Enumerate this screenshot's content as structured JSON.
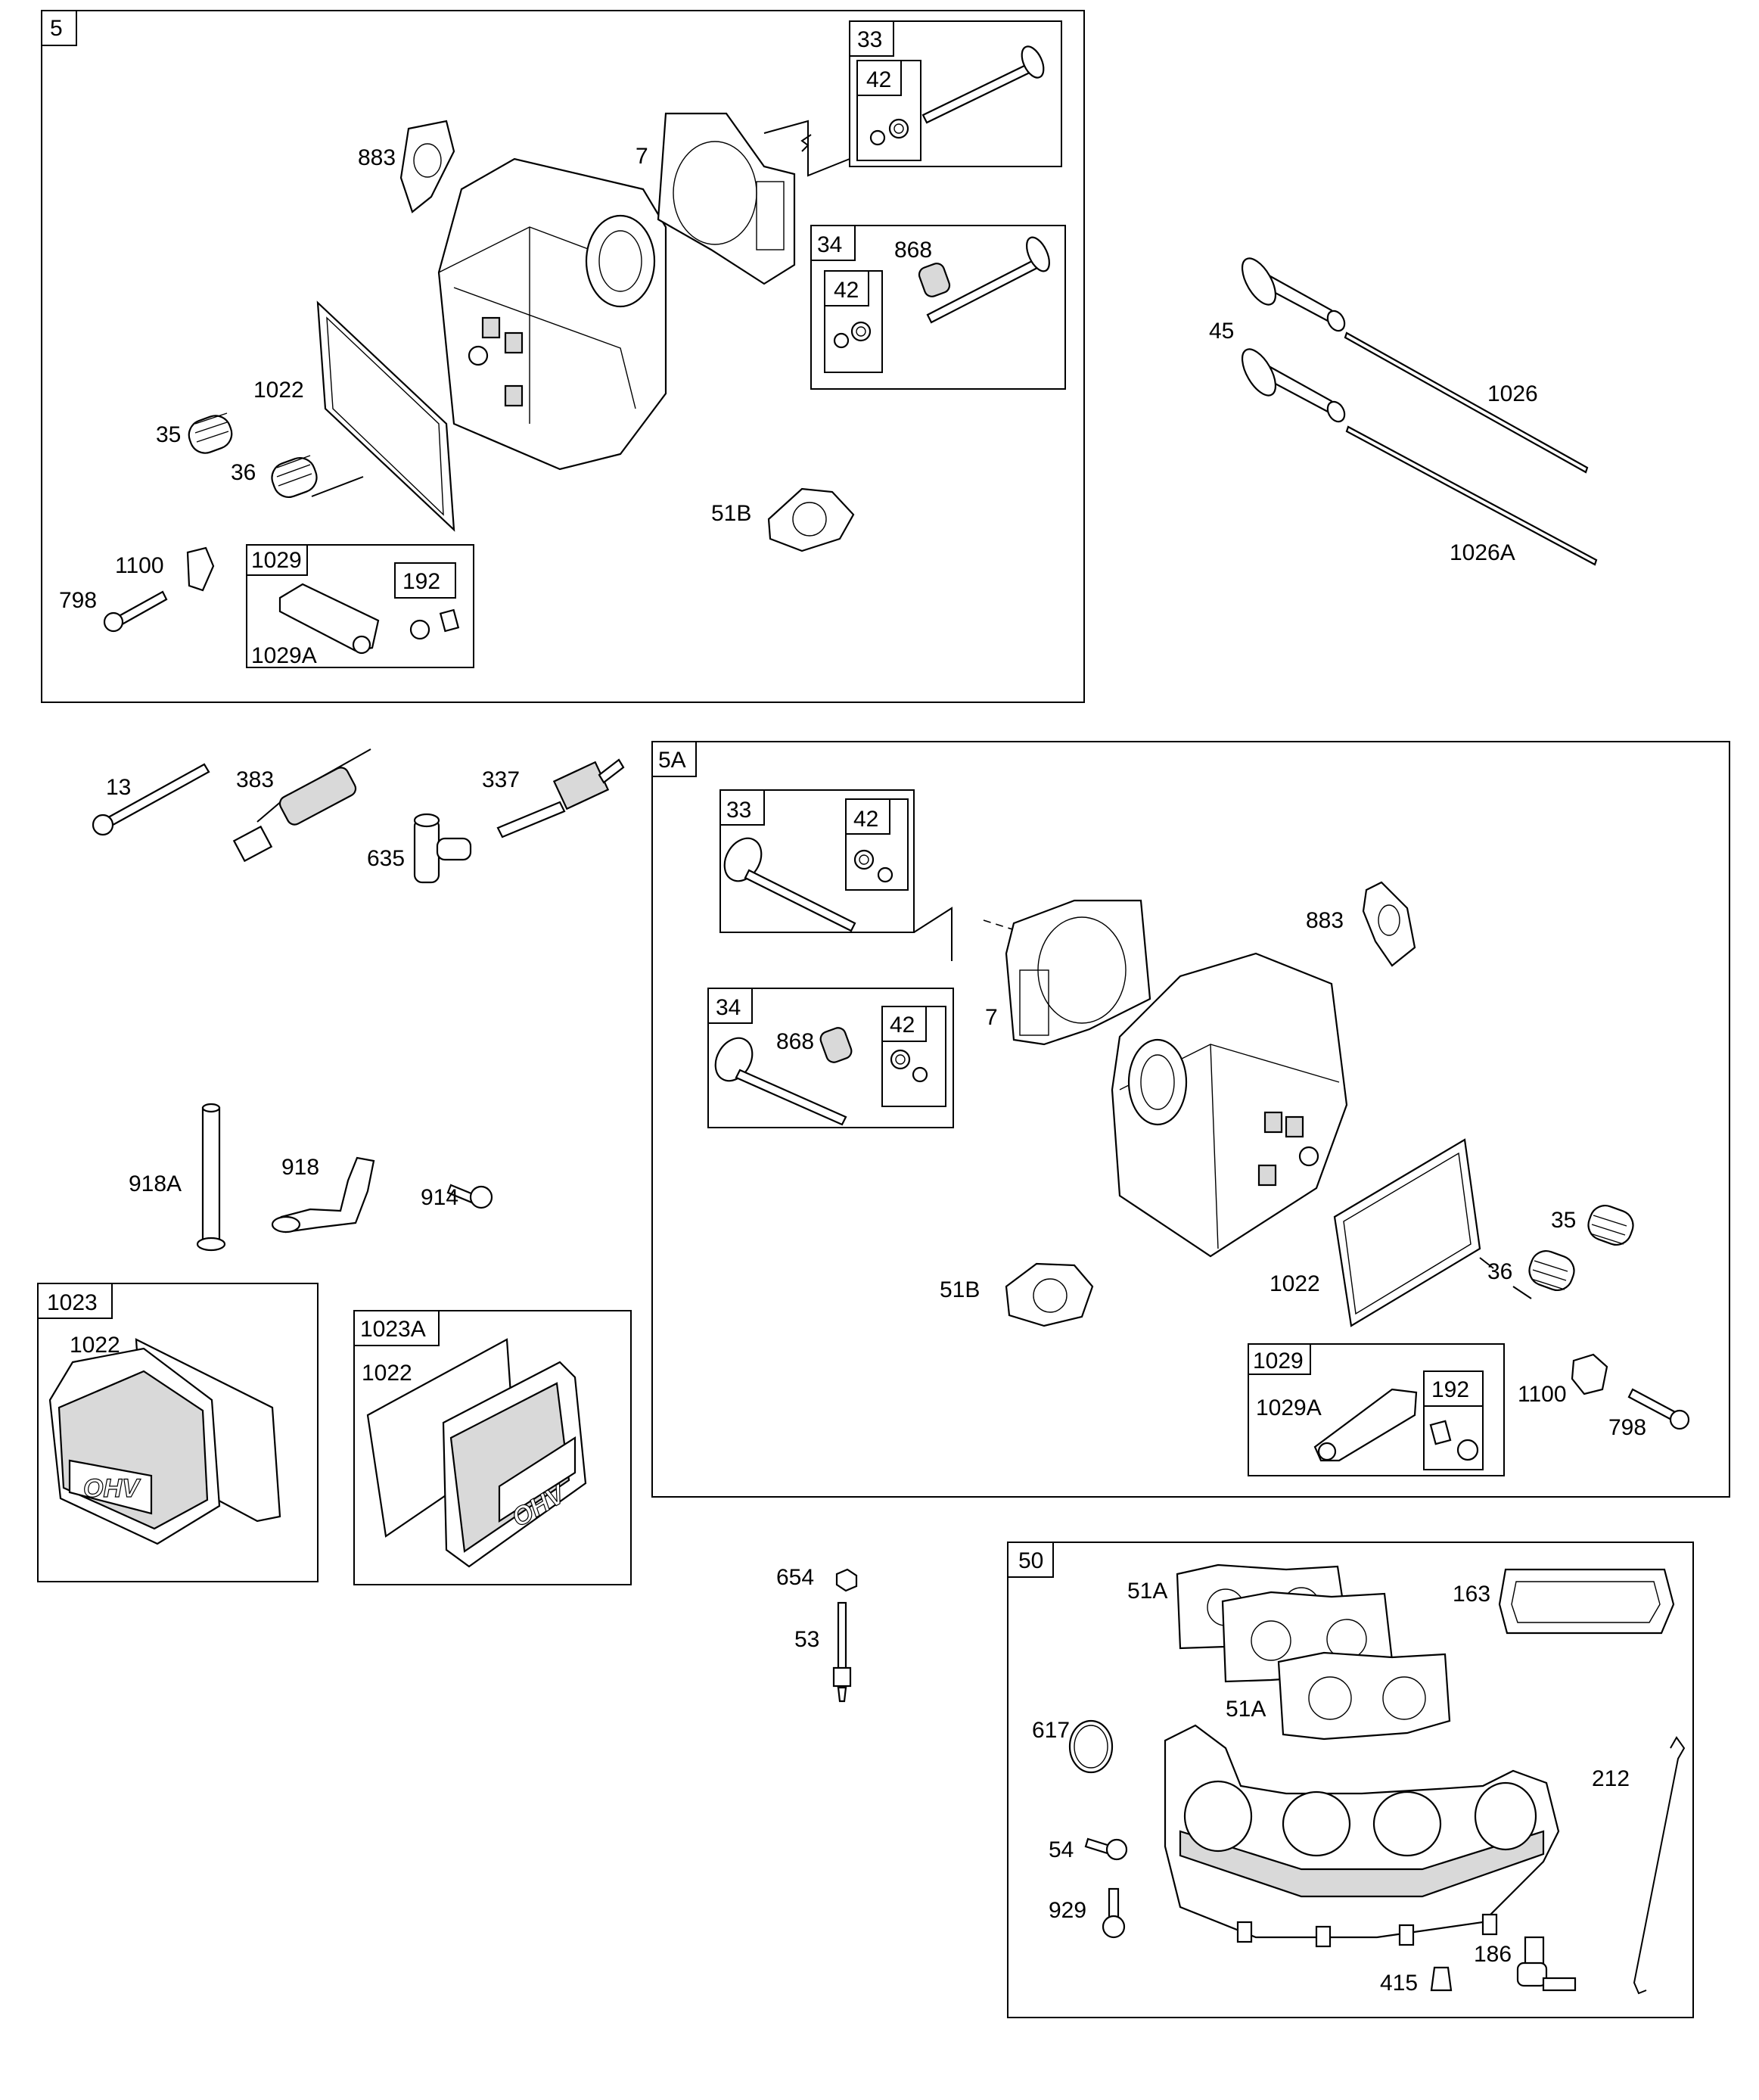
{
  "title": "",
  "section_5": {
    "label": "5",
    "parts": {
      "p883": "883",
      "p7": "7",
      "p1022": "1022",
      "p35": "35",
      "p36": "36",
      "p1100": "1100",
      "p798": "798",
      "p51b": "51B"
    },
    "box_33": {
      "label": "33",
      "sub_42": "42"
    },
    "box_34": {
      "label": "34",
      "p868": "868",
      "sub_42": "42"
    },
    "box_1029": {
      "label": "1029",
      "p1029a": "1029A",
      "sub_192": "192"
    }
  },
  "pushrods": {
    "p45": "45",
    "p1026": "1026",
    "p1026a": "1026A"
  },
  "loose_parts": {
    "p13": "13",
    "p383": "383",
    "p337": "337",
    "p635": "635",
    "p918a": "918A",
    "p918": "918",
    "p914": "914",
    "p654": "654",
    "p53": "53"
  },
  "box_1023": {
    "label": "1023",
    "p1022": "1022",
    "cover_text": "OHV"
  },
  "box_1023a": {
    "label": "1023A",
    "p1022": "1022",
    "cover_text": "OHV"
  },
  "section_5a": {
    "label": "5A",
    "parts": {
      "p883": "883",
      "p7": "7",
      "p51b": "51B",
      "p1022": "1022",
      "p35": "35",
      "p36": "36",
      "p1100": "1100",
      "p798": "798"
    },
    "box_33": {
      "label": "33",
      "sub_42": "42"
    },
    "box_34": {
      "label": "34",
      "p868": "868",
      "sub_42": "42"
    },
    "box_1029": {
      "label": "1029",
      "p1029a": "1029A",
      "sub_192": "192"
    }
  },
  "section_50": {
    "label": "50",
    "parts": {
      "p51a_1": "51A",
      "p51a_2": "51A",
      "p163": "163",
      "p617": "617",
      "p212": "212",
      "p54": "54",
      "p929": "929",
      "p186": "186",
      "p415": "415"
    }
  }
}
